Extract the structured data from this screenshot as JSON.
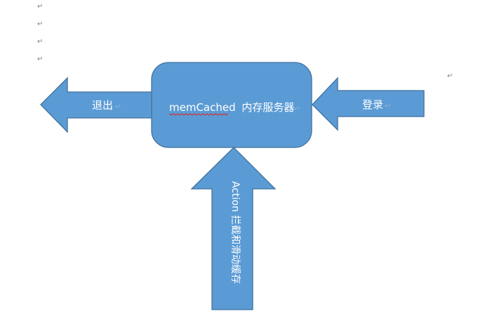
{
  "document": {
    "paragraph_mark": "↵"
  },
  "diagram": {
    "center_node": {
      "term": "memCached",
      "label": "内存服务器"
    },
    "arrows": {
      "exit": {
        "label": "退出",
        "direction": "left"
      },
      "login": {
        "label": "登录",
        "direction": "left"
      },
      "action": {
        "label": "Action 拦截和滑动缓存",
        "direction": "up"
      }
    },
    "colors": {
      "fill": "#5b9bd5",
      "stroke": "#41719c",
      "text": "#ffffff",
      "spellcheck": "#e02020"
    }
  }
}
